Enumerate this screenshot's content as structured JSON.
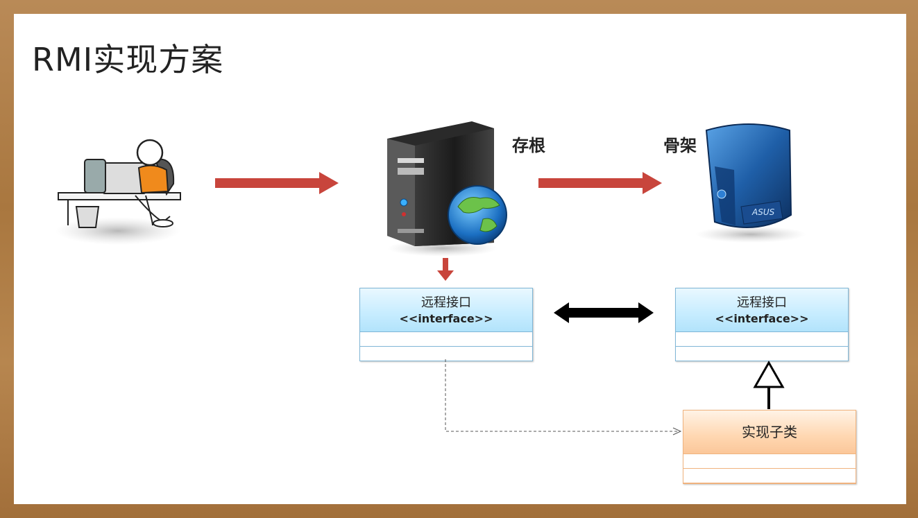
{
  "slide": {
    "title": "RMI实现方案"
  },
  "labels": {
    "stub": "存根",
    "skeleton": "骨架"
  },
  "boxes": {
    "stub_interface": {
      "name": "远程接口",
      "stereotype": "<<interface>>"
    },
    "skeleton_interface": {
      "name": "远程接口",
      "stereotype": "<<interface>>"
    },
    "implementation": {
      "name": "实现子类"
    }
  },
  "icons": {
    "client": "person-at-computer-icon",
    "server": "server-tower-with-globe-icon",
    "remote": "asus-server-icon"
  },
  "colors": {
    "red_arrow": "#c8453c",
    "black_arrow": "#000000",
    "interface_fill": "#c6ecff",
    "impl_fill": "#ffd7b1",
    "frame": "#b0804a"
  }
}
